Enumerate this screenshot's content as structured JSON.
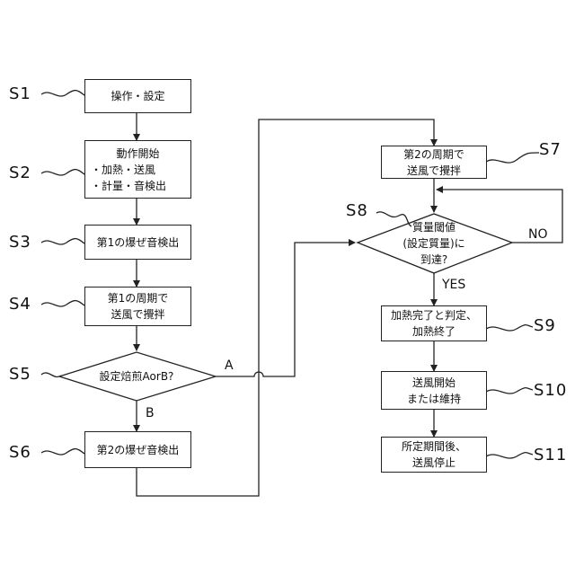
{
  "steps": {
    "s1": {
      "id": "S1",
      "lines": [
        "操作・設定"
      ]
    },
    "s2": {
      "id": "S2",
      "lines": [
        "動作開始",
        "・加熱・送風",
        "・計量・音検出"
      ]
    },
    "s3": {
      "id": "S3",
      "lines": [
        "第1の爆ぜ音検出"
      ]
    },
    "s4": {
      "id": "S4",
      "lines": [
        "第1の周期で",
        "送風で攪拌"
      ]
    },
    "s5": {
      "id": "S5",
      "lines": [
        "設定焙煎AorB?"
      ]
    },
    "s6": {
      "id": "S6",
      "lines": [
        "第2の爆ぜ音検出"
      ]
    },
    "s7": {
      "id": "S7",
      "lines": [
        "第2の周期で",
        "送風で攪拌"
      ]
    },
    "s8": {
      "id": "S8",
      "lines": [
        "質量閾値",
        "(設定質量)に",
        "到達?"
      ]
    },
    "s9": {
      "id": "S9",
      "lines": [
        "加熱完了と判定、",
        "加熱終了"
      ]
    },
    "s10": {
      "id": "S10",
      "lines": [
        "送風開始",
        "または維持"
      ]
    },
    "s11": {
      "id": "S11",
      "lines": [
        "所定期間後、",
        "送風停止"
      ]
    }
  },
  "branches": {
    "a": "A",
    "b": "B",
    "yes": "YES",
    "no": "NO"
  }
}
